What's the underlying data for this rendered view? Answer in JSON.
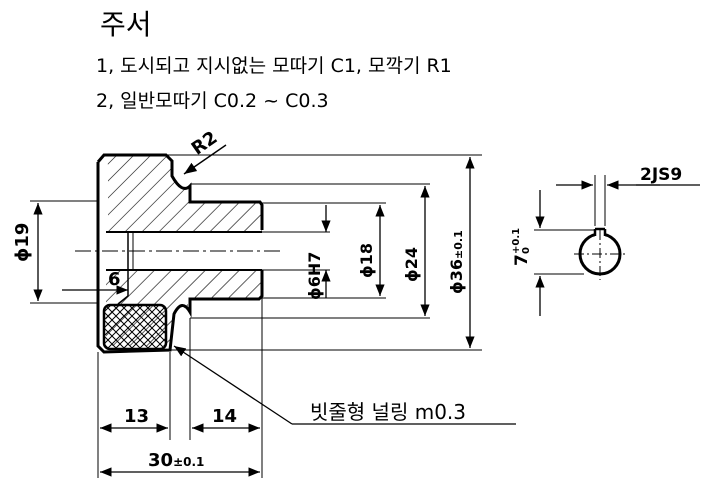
{
  "notes": {
    "title": "주서",
    "line1": "1, 도시되고 지시없는 모따기 C1, 모깍기 R1",
    "line2": "2, 일반모따기 C0.2 ~ C0.3"
  },
  "dims": {
    "r2": "R2",
    "d19": "ϕ19",
    "six": "6",
    "d6h7": "ϕ6H7",
    "d18": "ϕ18",
    "d24": "ϕ24",
    "d36_main": "ϕ36",
    "d36_tol": "±0.1",
    "key_width": "2JS9",
    "key_depth": "7",
    "key_tol_top": "+0.1",
    "key_tol_bot": "0",
    "l13": "13",
    "l14": "14",
    "l30_main": "30",
    "l30_tol": "±0.1"
  },
  "knurl_note": "빗줄형 널링 m0.3",
  "colors": {
    "ink": "#000000",
    "paper": "#ffffff"
  }
}
